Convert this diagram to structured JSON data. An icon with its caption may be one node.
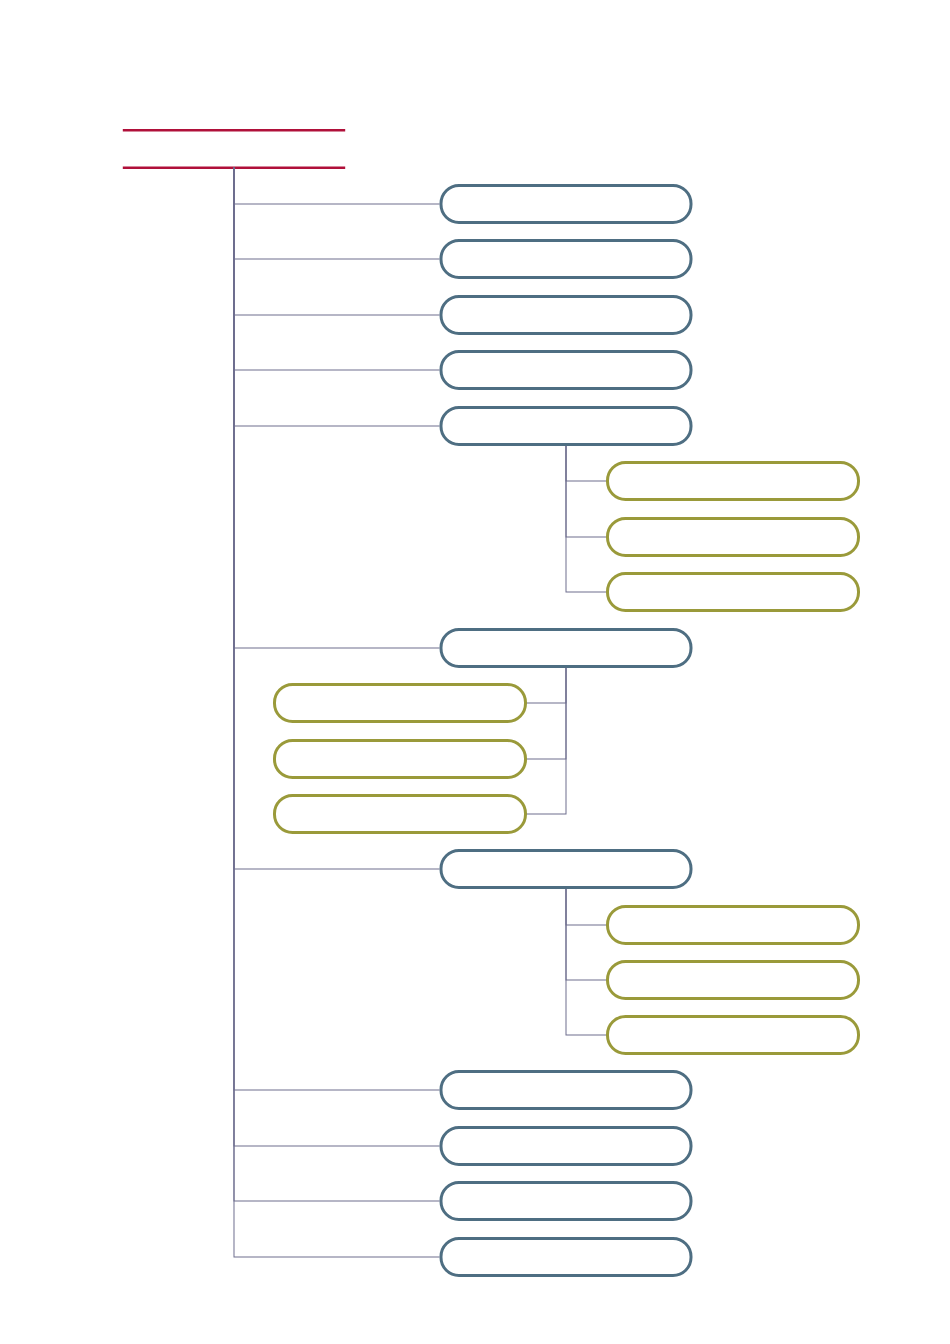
{
  "diagram": {
    "nodes": [
      {
        "text": [],
        "shape": "box"
      },
      {
        "text": [],
        "shape": "box"
      },
      {
        "text": [],
        "shape": "box"
      },
      {
        "text": [],
        "shape": "box"
      },
      {
        "text": [],
        "shape": "box"
      },
      {
        "text": [],
        "shape": "box"
      },
      {
        "text": [],
        "shape": "box"
      },
      {
        "text": [],
        "shape": "box"
      },
      {
        "text": [],
        "shape": "box"
      },
      {
        "text": [],
        "shape": "box"
      },
      {
        "text": [],
        "shape": "box"
      },
      {
        "text": [],
        "shape": "box"
      },
      {
        "text": [],
        "shape": "box"
      },
      {
        "text": [],
        "shape": "box"
      },
      {
        "text": [],
        "shape": "box"
      },
      {
        "text": [],
        "shape": "box"
      },
      {
        "text": [],
        "shape": "box"
      },
      {
        "text": [],
        "shape": "box"
      },
      {
        "text": [],
        "shape": "box"
      },
      {
        "text": [],
        "shape": "box"
      },
      {
        "text": [],
        "shape": "box"
      }
    ],
    "edges": [
      {
        "from": 0,
        "to": 1,
        "arrow": "none"
      },
      {
        "from": 0,
        "to": 2,
        "arrow": "none"
      },
      {
        "from": 0,
        "to": 3,
        "arrow": "none"
      },
      {
        "from": 0,
        "to": 4,
        "arrow": "none"
      },
      {
        "from": 0,
        "to": 5,
        "arrow": "none"
      },
      {
        "from": 5,
        "to": 6,
        "arrow": "none"
      },
      {
        "from": 5,
        "to": 7,
        "arrow": "none"
      },
      {
        "from": 5,
        "to": 8,
        "arrow": "none"
      },
      {
        "from": 0,
        "to": 9,
        "arrow": "none"
      },
      {
        "from": 9,
        "to": 10,
        "arrow": "none"
      },
      {
        "from": 9,
        "to": 11,
        "arrow": "none"
      },
      {
        "from": 9,
        "to": 12,
        "arrow": "none"
      },
      {
        "from": 0,
        "to": 13,
        "arrow": "none"
      },
      {
        "from": 13,
        "to": 14,
        "arrow": "none"
      },
      {
        "from": 13,
        "to": 15,
        "arrow": "none"
      },
      {
        "from": 13,
        "to": 16,
        "arrow": "none"
      },
      {
        "from": 0,
        "to": 17,
        "arrow": "none"
      },
      {
        "from": 0,
        "to": 18,
        "arrow": "none"
      },
      {
        "from": 0,
        "to": 19,
        "arrow": "none"
      },
      {
        "from": 0,
        "to": 20,
        "arrow": "none"
      }
    ]
  }
}
